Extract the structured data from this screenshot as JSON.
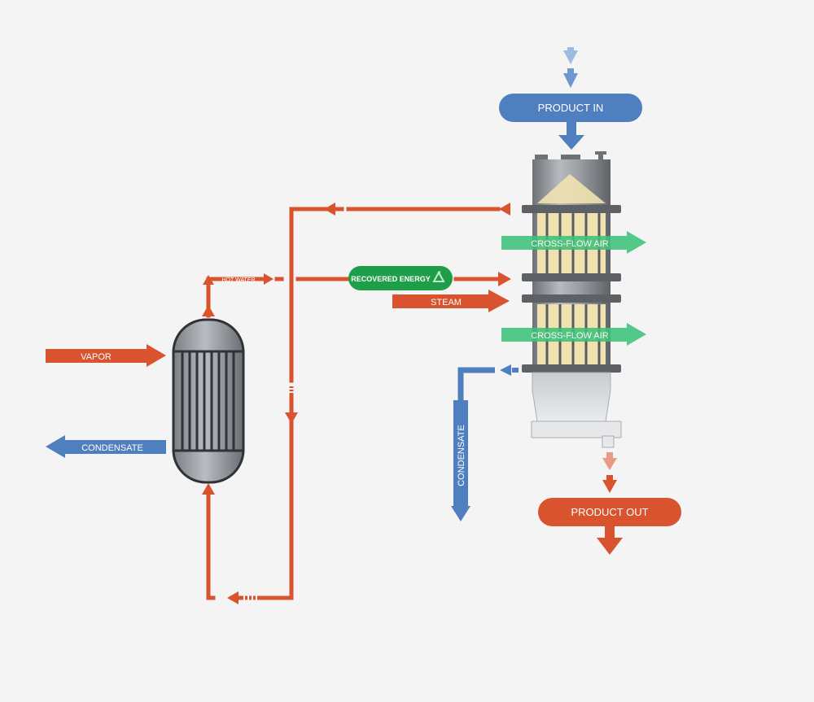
{
  "labels": {
    "product_in": "PRODUCT IN",
    "product_out": "PRODUCT OUT",
    "cross_flow_air_top": "CROSS-FLOW AIR",
    "cross_flow_air_bottom": "CROSS-FLOW AIR",
    "steam": "STEAM",
    "recovered_energy": "RECOVERED ENERGY",
    "hot_water": "HOT WATER",
    "vapor": "VAPOR",
    "condensate_left": "CONDENSATE",
    "condensate_vertical": "CONDENSATE"
  },
  "colors": {
    "background": "#f4f4f4",
    "hot_orange": "#d9542e",
    "cold_blue": "#4f7fbf",
    "air_green": "#3ec27a",
    "energy_green": "#1f9e4a",
    "steel_gray": "#8c9094",
    "product_yellow": "#efe2b0"
  },
  "icons": {
    "recycle": "recycle-icon"
  }
}
